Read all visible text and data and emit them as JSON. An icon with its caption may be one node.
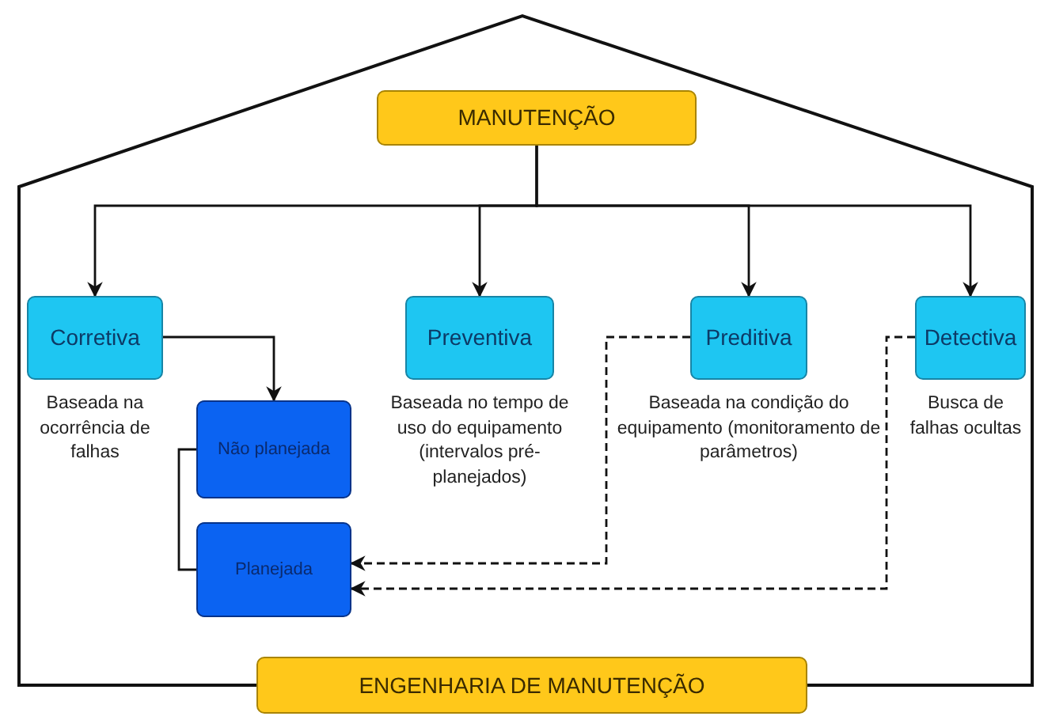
{
  "diagram": {
    "nodes": [
      {
        "text": [
          "MANUTENÇÃO"
        ]
      },
      {
        "text": [
          "Corretiva"
        ],
        "beside": [
          "Baseada na ocorrência de falhas"
        ]
      },
      {
        "text": [
          "Preventiva"
        ],
        "beside": [
          "Baseada no tempo de uso do equipamento (intervalos pré-planejados)"
        ]
      },
      {
        "text": [
          "Preditiva"
        ],
        "beside": [
          "Baseada na condição do equipamento (monitoramento de parâmetros)"
        ]
      },
      {
        "text": [
          "Detectiva"
        ],
        "beside": [
          "Busca de falhas ocultas"
        ]
      },
      {
        "text": [
          "Não planejada"
        ]
      },
      {
        "text": [
          "Planejada"
        ]
      },
      {
        "text": [
          "ENGENHARIA DE MANUTENÇÃO"
        ]
      }
    ],
    "edges": [
      {
        "from": 0,
        "to": 1,
        "arrow": "to"
      },
      {
        "from": 0,
        "to": 2,
        "arrow": "to"
      },
      {
        "from": 0,
        "to": 3,
        "arrow": "to"
      },
      {
        "from": 0,
        "to": 4,
        "arrow": "to"
      },
      {
        "from": 1,
        "to": 5,
        "arrow": "to"
      },
      {
        "from": 5,
        "to": 6,
        "arrow": "none"
      },
      {
        "from": 3,
        "to": 6,
        "arrow": "to",
        "style": "dashed"
      },
      {
        "from": 4,
        "to": 6,
        "arrow": "to",
        "style": "dashed"
      }
    ]
  }
}
